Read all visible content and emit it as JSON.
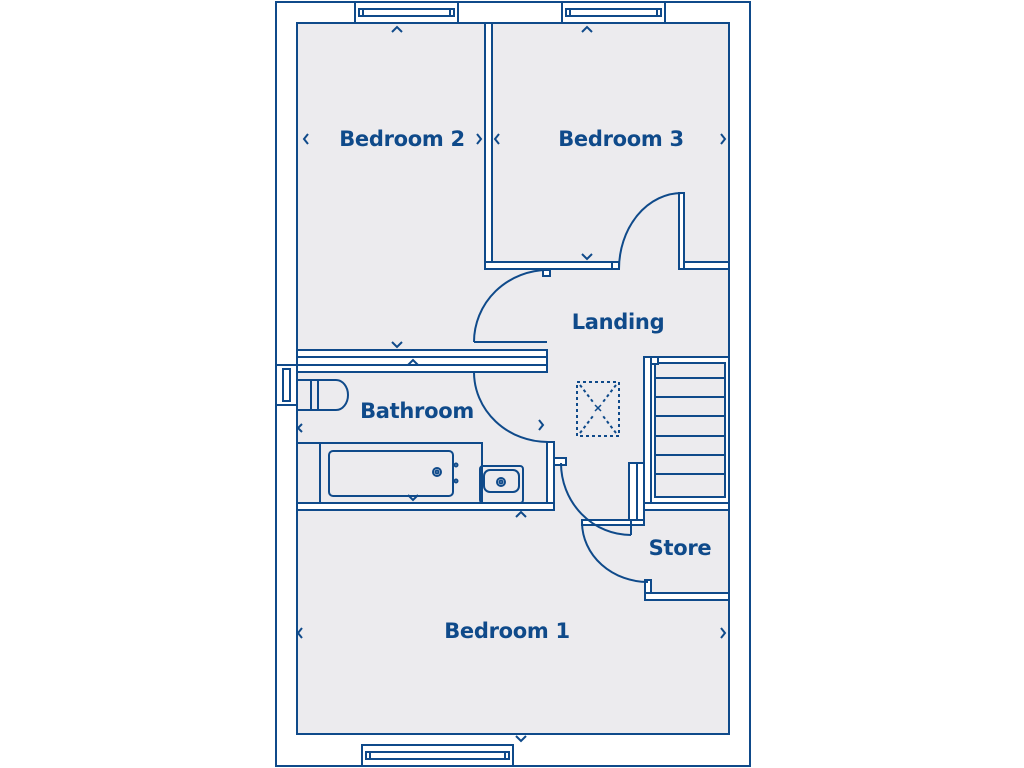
{
  "colors": {
    "wall": "#0f4a8a",
    "floor": "#ecebee",
    "background": "#ffffff",
    "label": "#0f4a8a"
  },
  "rooms": [
    {
      "id": "bedroom-2",
      "label": "Bedroom 2"
    },
    {
      "id": "bedroom-3",
      "label": "Bedroom 3"
    },
    {
      "id": "landing",
      "label": "Landing"
    },
    {
      "id": "bathroom",
      "label": "Bathroom"
    },
    {
      "id": "store",
      "label": "Store"
    },
    {
      "id": "bedroom-1",
      "label": "Bedroom 1"
    }
  ],
  "fixtures": [
    "toilet",
    "bath",
    "wash-basin",
    "staircase",
    "loft-hatch"
  ],
  "dimension_markers": {
    "up": "^",
    "down": "v",
    "left": "<",
    "right": ">"
  }
}
